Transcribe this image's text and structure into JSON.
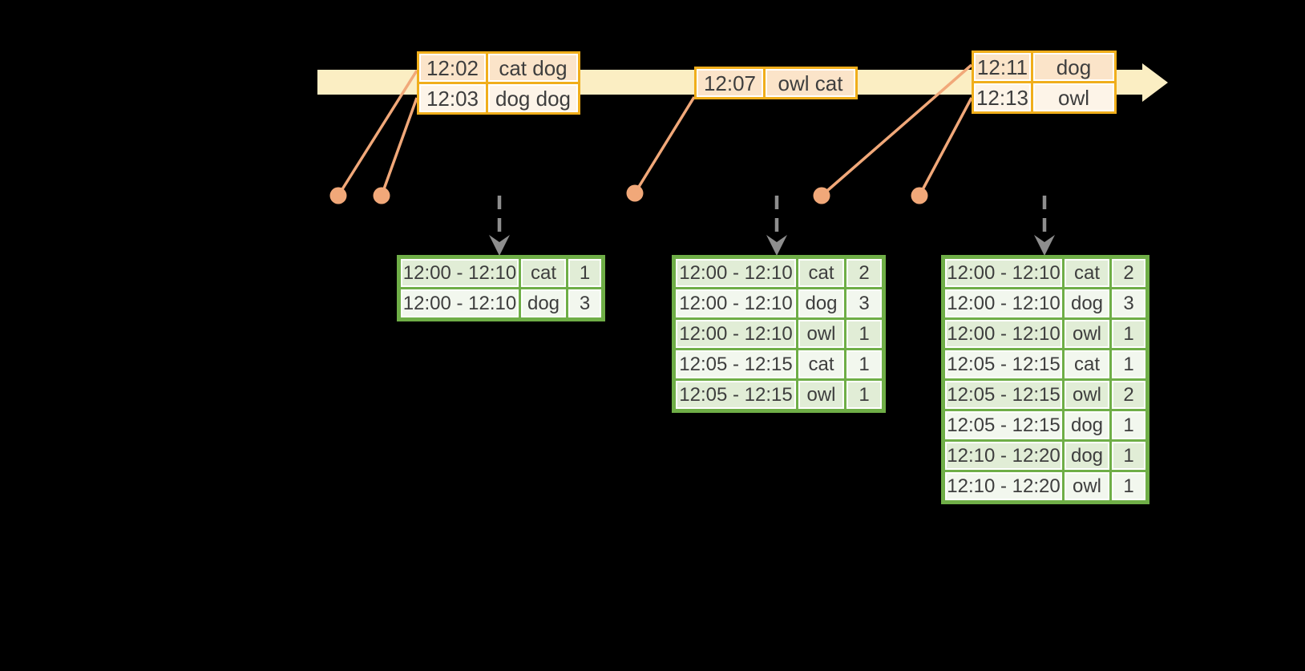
{
  "colors": {
    "background": "#000000",
    "timeline_fill": "#fbeec3",
    "event_border": "#f0ae1b",
    "event_row_odd": "#fbe4c9",
    "event_row_even": "#fdf4e8",
    "marker_color": "#f1a879",
    "result_border": "#6fae47",
    "result_row_odd": "#e1edd6",
    "result_row_even": "#f2f7ee",
    "arrow_gray": "#8e8e8e",
    "text_color": "#3e3e3e",
    "inset_white": "#ffffff"
  },
  "icons": {
    "timeline_arrow": "arrow-right",
    "trigger_arrow": "arrow-down",
    "event_marker": "dot"
  },
  "event_tables": [
    {
      "rows": [
        {
          "time": "12:02",
          "words": "cat dog"
        },
        {
          "time": "12:03",
          "words": "dog dog"
        }
      ]
    },
    {
      "rows": [
        {
          "time": "12:07",
          "words": "owl cat"
        }
      ]
    },
    {
      "rows": [
        {
          "time": "12:11",
          "words": "dog"
        },
        {
          "time": "12:13",
          "words": "owl"
        }
      ]
    }
  ],
  "result_tables": [
    {
      "rows": [
        {
          "window": "12:00 - 12:10",
          "word": "cat",
          "count": "1"
        },
        {
          "window": "12:00 - 12:10",
          "word": "dog",
          "count": "3"
        }
      ]
    },
    {
      "rows": [
        {
          "window": "12:00 - 12:10",
          "word": "cat",
          "count": "2"
        },
        {
          "window": "12:00 - 12:10",
          "word": "dog",
          "count": "3"
        },
        {
          "window": "12:00 - 12:10",
          "word": "owl",
          "count": "1"
        },
        {
          "window": "12:05 - 12:15",
          "word": "cat",
          "count": "1"
        },
        {
          "window": "12:05 - 12:15",
          "word": "owl",
          "count": "1"
        }
      ]
    },
    {
      "rows": [
        {
          "window": "12:00 - 12:10",
          "word": "cat",
          "count": "2"
        },
        {
          "window": "12:00 - 12:10",
          "word": "dog",
          "count": "3"
        },
        {
          "window": "12:00 - 12:10",
          "word": "owl",
          "count": "1"
        },
        {
          "window": "12:05 - 12:15",
          "word": "cat",
          "count": "1"
        },
        {
          "window": "12:05 - 12:15",
          "word": "owl",
          "count": "2"
        },
        {
          "window": "12:05 - 12:15",
          "word": "dog",
          "count": "1"
        },
        {
          "window": "12:10 - 12:20",
          "word": "dog",
          "count": "1"
        },
        {
          "window": "12:10 - 12:20",
          "word": "owl",
          "count": "1"
        }
      ]
    }
  ]
}
